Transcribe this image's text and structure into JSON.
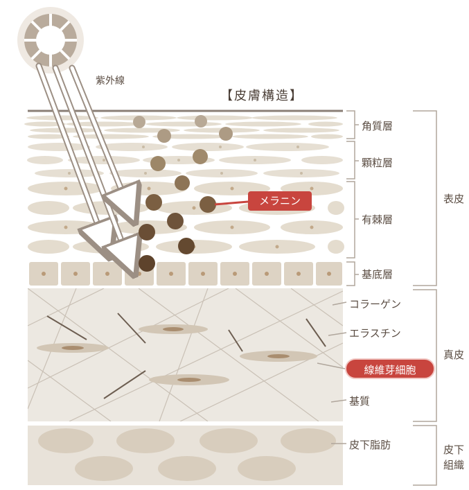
{
  "title": "【皮膚構造】",
  "uv_label": "紫外線",
  "epidermis_layers": {
    "stratum_corneum": "角質層",
    "stratum_granulosum": "顆粒層",
    "stratum_spinosum": "有棘層",
    "stratum_basale": "基底層"
  },
  "dermis_labels": {
    "collagen": "コラーゲン",
    "elastin": "エラスチン",
    "fibroblast": "線維芽細胞",
    "ground_substance": "基質"
  },
  "subcutis_labels": {
    "fat": "皮下脂肪"
  },
  "melanin_label": "メラニン",
  "region_labels": {
    "epidermis": "表皮",
    "dermis": "真皮",
    "subcutis": "皮下組織"
  },
  "colors": {
    "melanin_badge": "#c8453e",
    "cell_fill": "#e6dfd3",
    "dermis_fill": "#ece8e1",
    "fat_fill": "#d8cdbd",
    "melanin_dark": "#6a4a32",
    "bracket": "#b0a69c"
  }
}
